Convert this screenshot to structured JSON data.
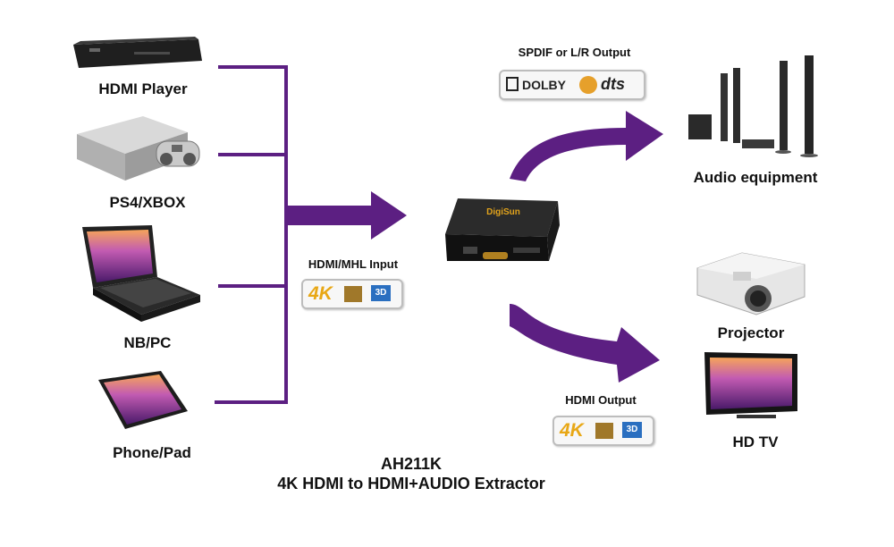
{
  "colors": {
    "accent": "#5c1f82",
    "device_dark": "#1b1b1b",
    "logo_gold": "#e0a21c"
  },
  "devices": {
    "hdmi_player": "HDMI Player",
    "ps4_xbox": "PS4/XBOX",
    "nb_pc": "NB/PC",
    "phone_pad": "Phone/Pad",
    "audio_equipment": "Audio equipment",
    "projector": "Projector",
    "hd_tv": "HD TV"
  },
  "ports": {
    "input": "HDMI/MHL Input",
    "spdif_output": "SPDIF or L/R Output",
    "hdmi_output": "HDMI Output"
  },
  "logos": {
    "dolby": "DOLBY",
    "dts": "dts",
    "fourk": "4K",
    "threed": "3D"
  },
  "product": {
    "model": "AH211K",
    "name": "4K HDMI to HDMI+AUDIO Extractor"
  }
}
